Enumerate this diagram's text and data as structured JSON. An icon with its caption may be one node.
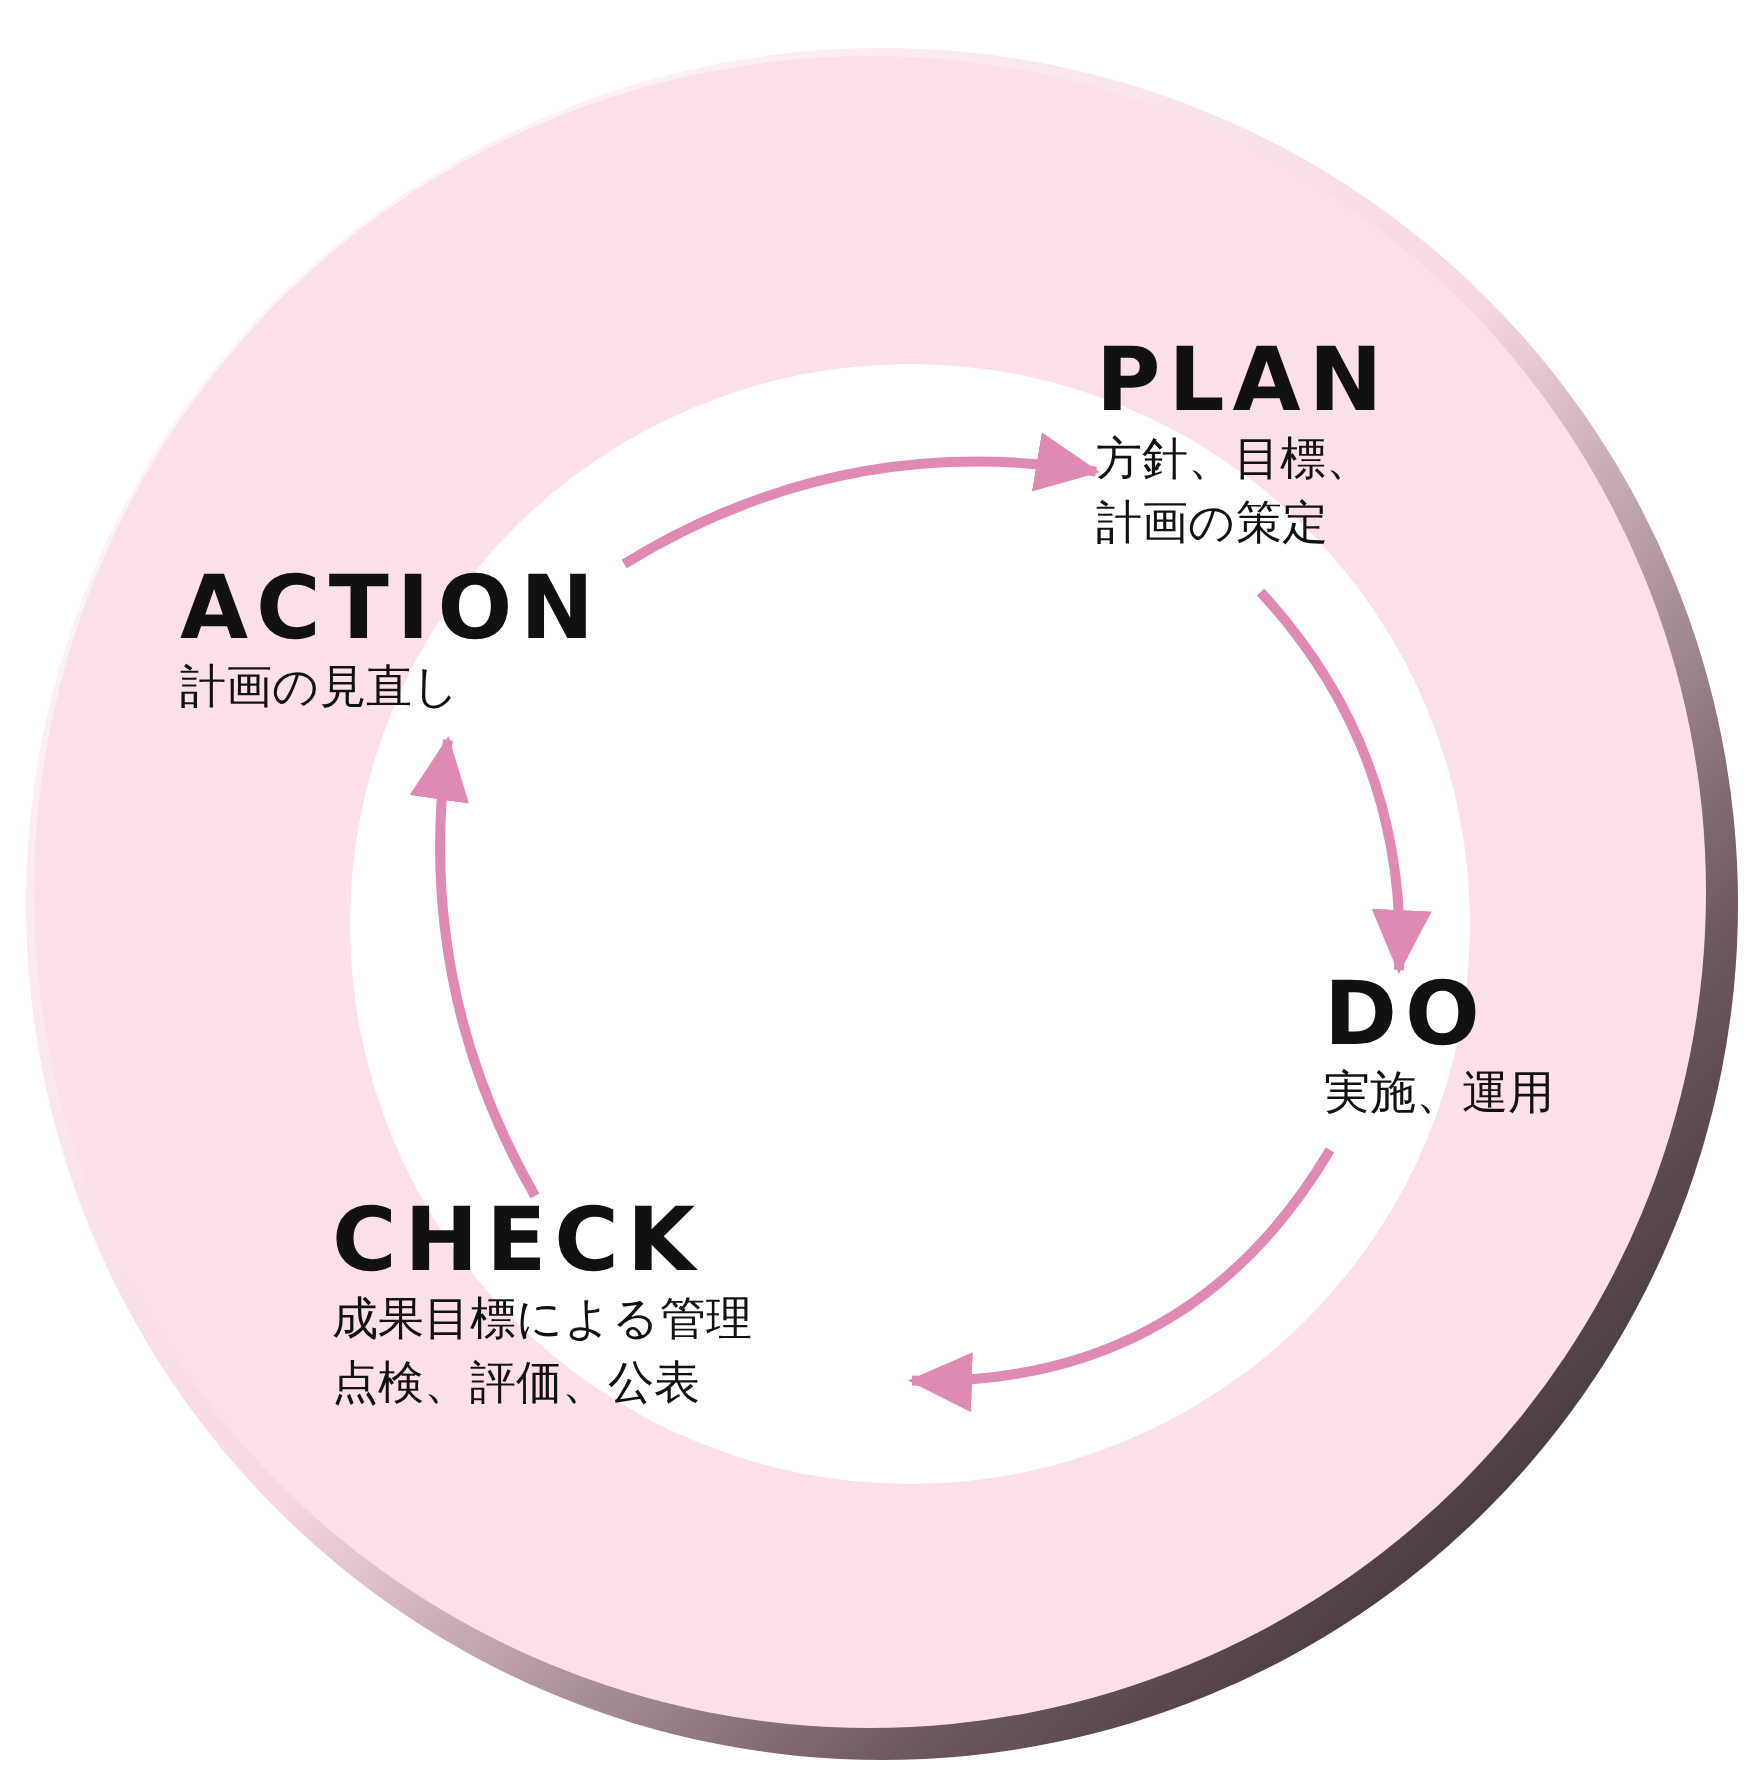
{
  "diagram": {
    "nodes": [
      {
        "text": [
          "ACTION",
          "計画の見直し"
        ]
      },
      {
        "text": [
          "PLAN",
          "方針、目標、計画の策定"
        ]
      },
      {
        "text": [
          "DO",
          "実施、運用"
        ]
      },
      {
        "text": [
          "CHECK",
          "成果目標による管理点検、評価、公表"
        ]
      }
    ],
    "edges": [
      {
        "from": 0,
        "to": 1,
        "arrow": "to"
      },
      {
        "from": 1,
        "to": 2,
        "arrow": "to"
      },
      {
        "from": 2,
        "to": 3,
        "arrow": "to"
      },
      {
        "from": 3,
        "to": 0,
        "arrow": "to"
      }
    ]
  }
}
